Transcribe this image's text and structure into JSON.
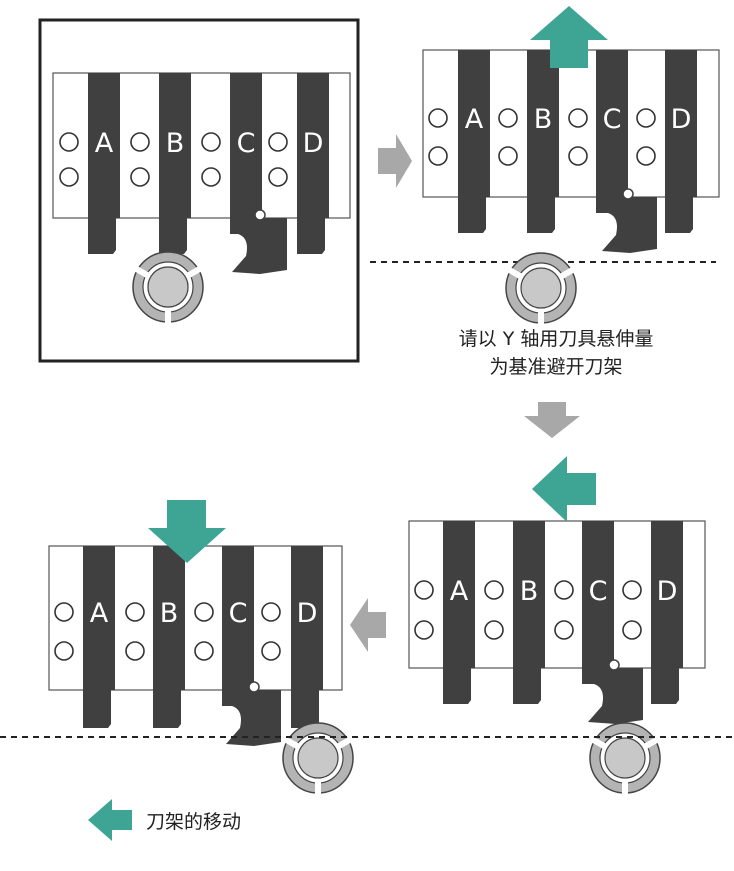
{
  "tool_labels": [
    "A",
    "B",
    "C",
    "D"
  ],
  "caption": {
    "line1": "请以 Y 轴用刀具悬伸量",
    "line2": "为基准避开刀架"
  },
  "legend": {
    "label": "刀架的移动",
    "icon": "left-arrow-icon"
  },
  "colors": {
    "teal": "#3ea595",
    "gray_arrow": "#a8a8a8",
    "tool": "#404040",
    "turret_white": "#ffffff",
    "chuck": "#b4b4b4",
    "text": "#222222"
  }
}
